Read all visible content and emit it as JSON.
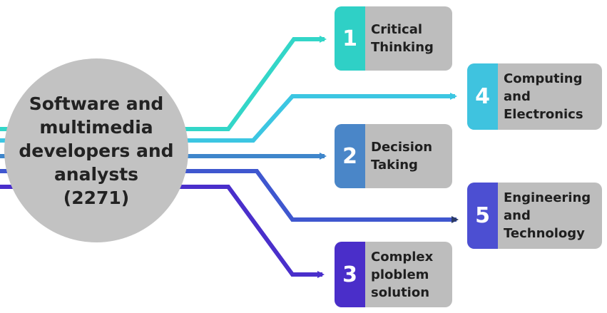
{
  "hub": {
    "lines": [
      "Software and",
      "multimedia",
      "developers and",
      "analysts",
      "(2271)"
    ]
  },
  "cards": [
    {
      "number": "1",
      "lines": [
        "Critical",
        "Thinking"
      ],
      "color": "#2fd0c6"
    },
    {
      "number": "4",
      "lines": [
        "Computing",
        "and",
        "Electronics"
      ],
      "color": "#3fc3df"
    },
    {
      "number": "2",
      "lines": [
        "Decision",
        "Taking"
      ],
      "color": "#4a86c8"
    },
    {
      "number": "5",
      "lines": [
        "Engineering",
        "and",
        "Technology"
      ],
      "color": "#4c4fd2"
    },
    {
      "number": "3",
      "lines": [
        "Complex",
        "ploblem",
        "solution"
      ],
      "color": "#4a2ec9"
    }
  ],
  "arrow_colors": [
    "#33d6c8",
    "#3cc6e2",
    "#3f86cb",
    "#3f57cf",
    "#4a2fcb"
  ]
}
